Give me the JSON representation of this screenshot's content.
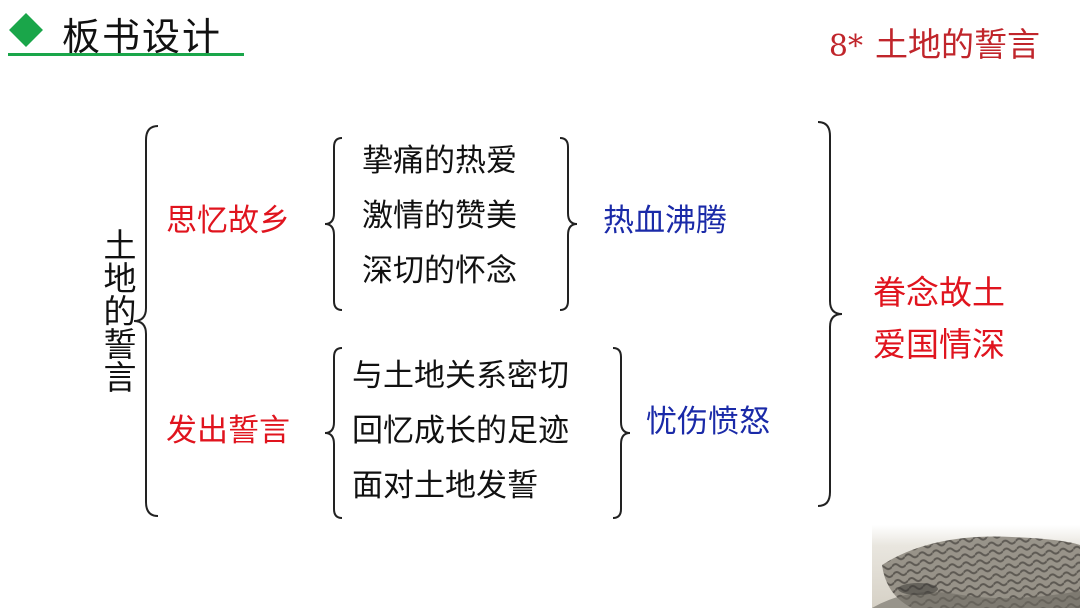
{
  "header": {
    "section_title": "板书设计",
    "lesson_number": "8*",
    "lesson_title": "土地的誓言"
  },
  "diagram": {
    "root": "土地的誓言",
    "branches": [
      {
        "label": "思忆故乡",
        "points": [
          "挚痛的热爱",
          "激情的赞美",
          "深切的怀念"
        ],
        "emotion": "热血沸腾"
      },
      {
        "label": "发出誓言",
        "points": [
          "与土地关系密切",
          "回忆成长的足迹",
          "面对土地发誓"
        ],
        "emotion": "忧伤愤怒"
      }
    ],
    "summary": [
      "眷念故土",
      "爱国情深"
    ]
  },
  "colors": {
    "accent_green": "#1aa64a",
    "title_red": "#c0252b",
    "label_red": "#e0141e",
    "emotion_blue": "#1a2aa8"
  }
}
